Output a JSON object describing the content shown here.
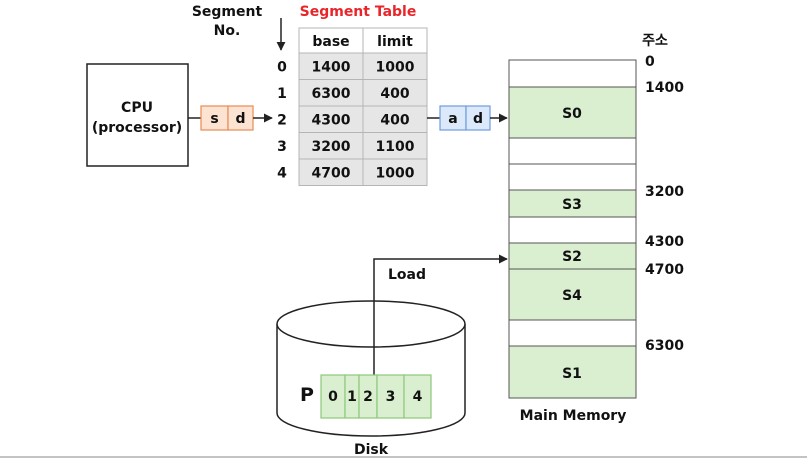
{
  "segment_no_label": [
    "Segment",
    "No."
  ],
  "segment_table": {
    "title": "Segment Table",
    "headers": [
      "base",
      "limit"
    ],
    "index_labels": [
      "0",
      "1",
      "2",
      "3",
      "4"
    ],
    "rows": [
      {
        "base": "1400",
        "limit": "1000"
      },
      {
        "base": "6300",
        "limit": "400"
      },
      {
        "base": "4300",
        "limit": "400"
      },
      {
        "base": "3200",
        "limit": "1100"
      },
      {
        "base": "4700",
        "limit": "1000"
      }
    ]
  },
  "cpu": {
    "line1": "CPU",
    "line2": "(processor)"
  },
  "logical_address": {
    "part1": "s",
    "part2": "d"
  },
  "physical_address": {
    "part1": "a",
    "part2": "d"
  },
  "memory": {
    "address_header": "주소",
    "caption": "Main Memory",
    "address_labels": [
      "0",
      "1400",
      "3200",
      "4300",
      "4700",
      "6300"
    ],
    "segments": [
      "S0",
      "S3",
      "S2",
      "S4",
      "S1"
    ]
  },
  "disk": {
    "caption": "Disk",
    "load_label": "Load",
    "process_label": "P",
    "cells": [
      "0",
      "1",
      "2",
      "3",
      "4"
    ]
  },
  "colors": {
    "title_red": "#e8262a",
    "table_fill": "#e6e6e6",
    "logical_fill": "#fde3d2",
    "logical_stroke": "#ea8a55",
    "physical_fill": "#dce9fa",
    "physical_stroke": "#6e9be0",
    "segment_fill": "#d9efcf",
    "segment_stroke": "#8cc97a",
    "line": "#222222"
  }
}
